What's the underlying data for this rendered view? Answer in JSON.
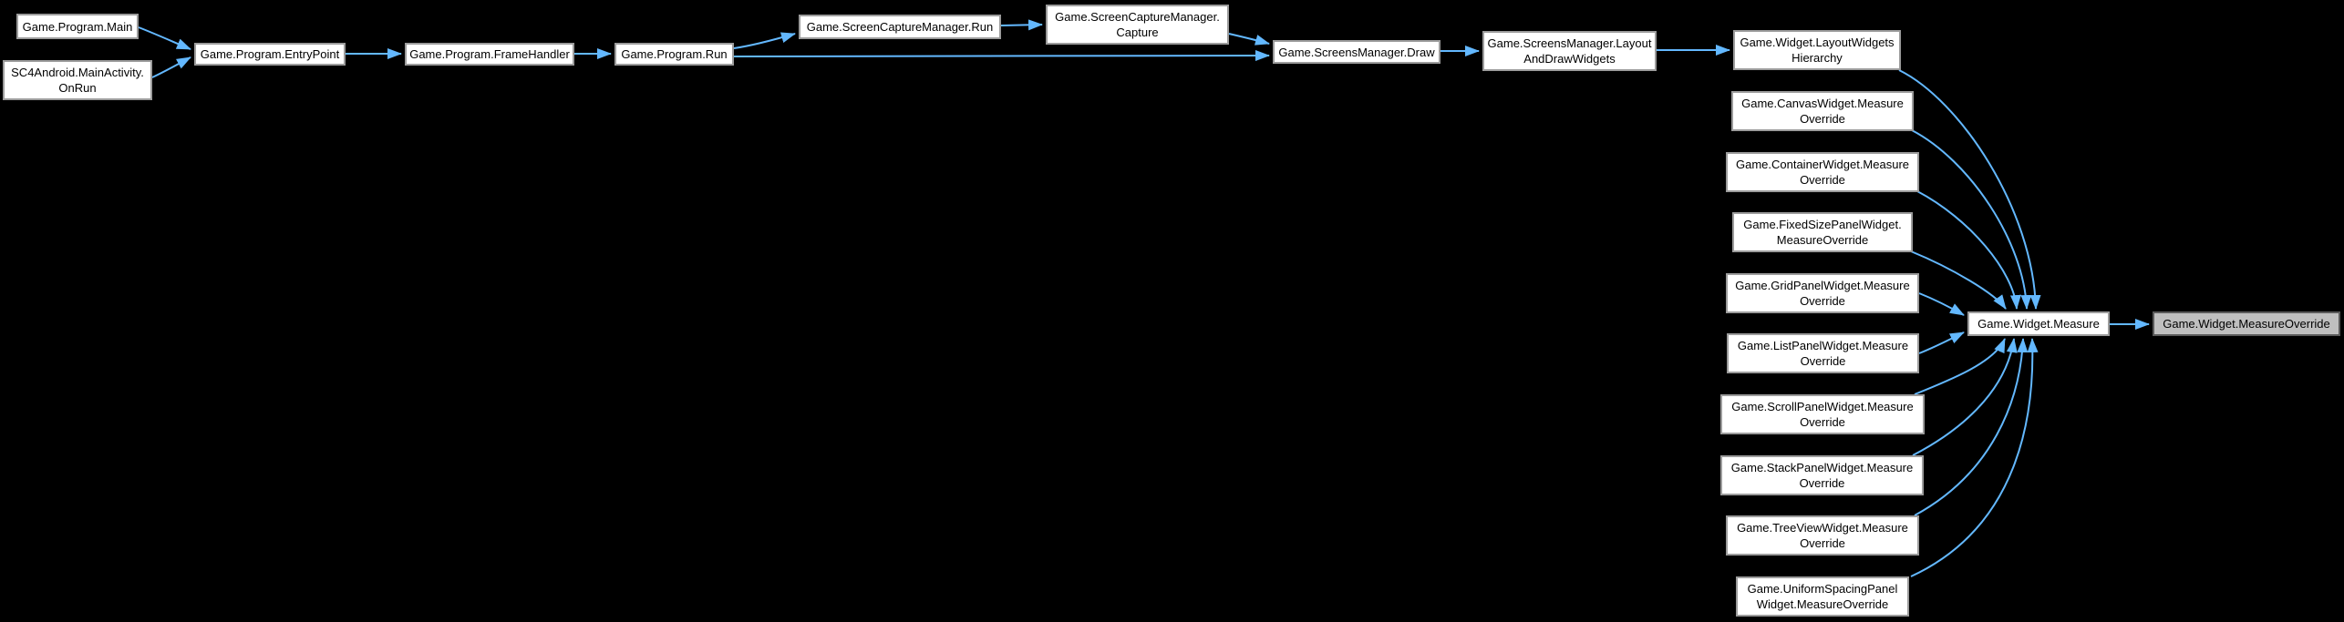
{
  "diagram": {
    "kind": "call-graph",
    "palette": {
      "background": "#000000",
      "edge": "#63b8ff",
      "node_fill": "#ffffff",
      "node_border": "#9c9c9c",
      "node_text": "#000000",
      "highlight_fill": "#bfbfbf",
      "highlight_border": "#5a5a5a"
    },
    "nodes": [
      {
        "id": "main",
        "label": "Game.Program.Main",
        "highlighted": false
      },
      {
        "id": "onrun",
        "label": "SC4Android.MainActivity.\nOnRun",
        "highlighted": false
      },
      {
        "id": "entrypoint",
        "label": "Game.Program.EntryPoint",
        "highlighted": false
      },
      {
        "id": "framehandler",
        "label": "Game.Program.FrameHandler",
        "highlighted": false
      },
      {
        "id": "run",
        "label": "Game.Program.Run",
        "highlighted": false
      },
      {
        "id": "screencapture-run",
        "label": "Game.ScreenCaptureManager.Run",
        "highlighted": false
      },
      {
        "id": "screencapture-capture",
        "label": "Game.ScreenCaptureManager.\nCapture",
        "highlighted": false
      },
      {
        "id": "screensmanager-draw",
        "label": "Game.ScreensManager.Draw",
        "highlighted": false
      },
      {
        "id": "screensmanager-layout",
        "label": "Game.ScreensManager.Layout\nAndDrawWidgets",
        "highlighted": false
      },
      {
        "id": "widget-layoutwidgets",
        "label": "Game.Widget.LayoutWidgets\nHierarchy",
        "highlighted": false
      },
      {
        "id": "canvaswidget",
        "label": "Game.CanvasWidget.Measure\nOverride",
        "highlighted": false
      },
      {
        "id": "containerwidget",
        "label": "Game.ContainerWidget.Measure\nOverride",
        "highlighted": false
      },
      {
        "id": "fixedsizepanelwidget",
        "label": "Game.FixedSizePanelWidget.\nMeasureOverride",
        "highlighted": false
      },
      {
        "id": "gridpanelwidget",
        "label": "Game.GridPanelWidget.Measure\nOverride",
        "highlighted": false
      },
      {
        "id": "listpanelwidget",
        "label": "Game.ListPanelWidget.Measure\nOverride",
        "highlighted": false
      },
      {
        "id": "scrollpanelwidget",
        "label": "Game.ScrollPanelWidget.Measure\nOverride",
        "highlighted": false
      },
      {
        "id": "stackpanelwidget",
        "label": "Game.StackPanelWidget.Measure\nOverride",
        "highlighted": false
      },
      {
        "id": "treeviewwidget",
        "label": "Game.TreeViewWidget.Measure\nOverride",
        "highlighted": false
      },
      {
        "id": "uniformspacingpanel",
        "label": "Game.UniformSpacingPanel\nWidget.MeasureOverride",
        "highlighted": false
      },
      {
        "id": "widget-measure",
        "label": "Game.Widget.Measure",
        "highlighted": false
      },
      {
        "id": "widget-measureoverride",
        "label": "Game.Widget.MeasureOverride",
        "highlighted": true
      }
    ],
    "edges": [
      {
        "from": "main",
        "to": "entrypoint"
      },
      {
        "from": "onrun",
        "to": "entrypoint"
      },
      {
        "from": "entrypoint",
        "to": "framehandler"
      },
      {
        "from": "framehandler",
        "to": "run"
      },
      {
        "from": "run",
        "to": "screencapture-run"
      },
      {
        "from": "run",
        "to": "screensmanager-draw"
      },
      {
        "from": "screencapture-run",
        "to": "screencapture-capture"
      },
      {
        "from": "screencapture-capture",
        "to": "screensmanager-draw"
      },
      {
        "from": "screensmanager-draw",
        "to": "screensmanager-layout"
      },
      {
        "from": "screensmanager-layout",
        "to": "widget-layoutwidgets"
      },
      {
        "from": "widget-layoutwidgets",
        "to": "widget-measure"
      },
      {
        "from": "canvaswidget",
        "to": "widget-measure"
      },
      {
        "from": "containerwidget",
        "to": "widget-measure"
      },
      {
        "from": "fixedsizepanelwidget",
        "to": "widget-measure"
      },
      {
        "from": "gridpanelwidget",
        "to": "widget-measure"
      },
      {
        "from": "listpanelwidget",
        "to": "widget-measure"
      },
      {
        "from": "scrollpanelwidget",
        "to": "widget-measure"
      },
      {
        "from": "stackpanelwidget",
        "to": "widget-measure"
      },
      {
        "from": "treeviewwidget",
        "to": "widget-measure"
      },
      {
        "from": "uniformspacingpanel",
        "to": "widget-measure"
      },
      {
        "from": "widget-measure",
        "to": "widget-measureoverride"
      }
    ]
  }
}
